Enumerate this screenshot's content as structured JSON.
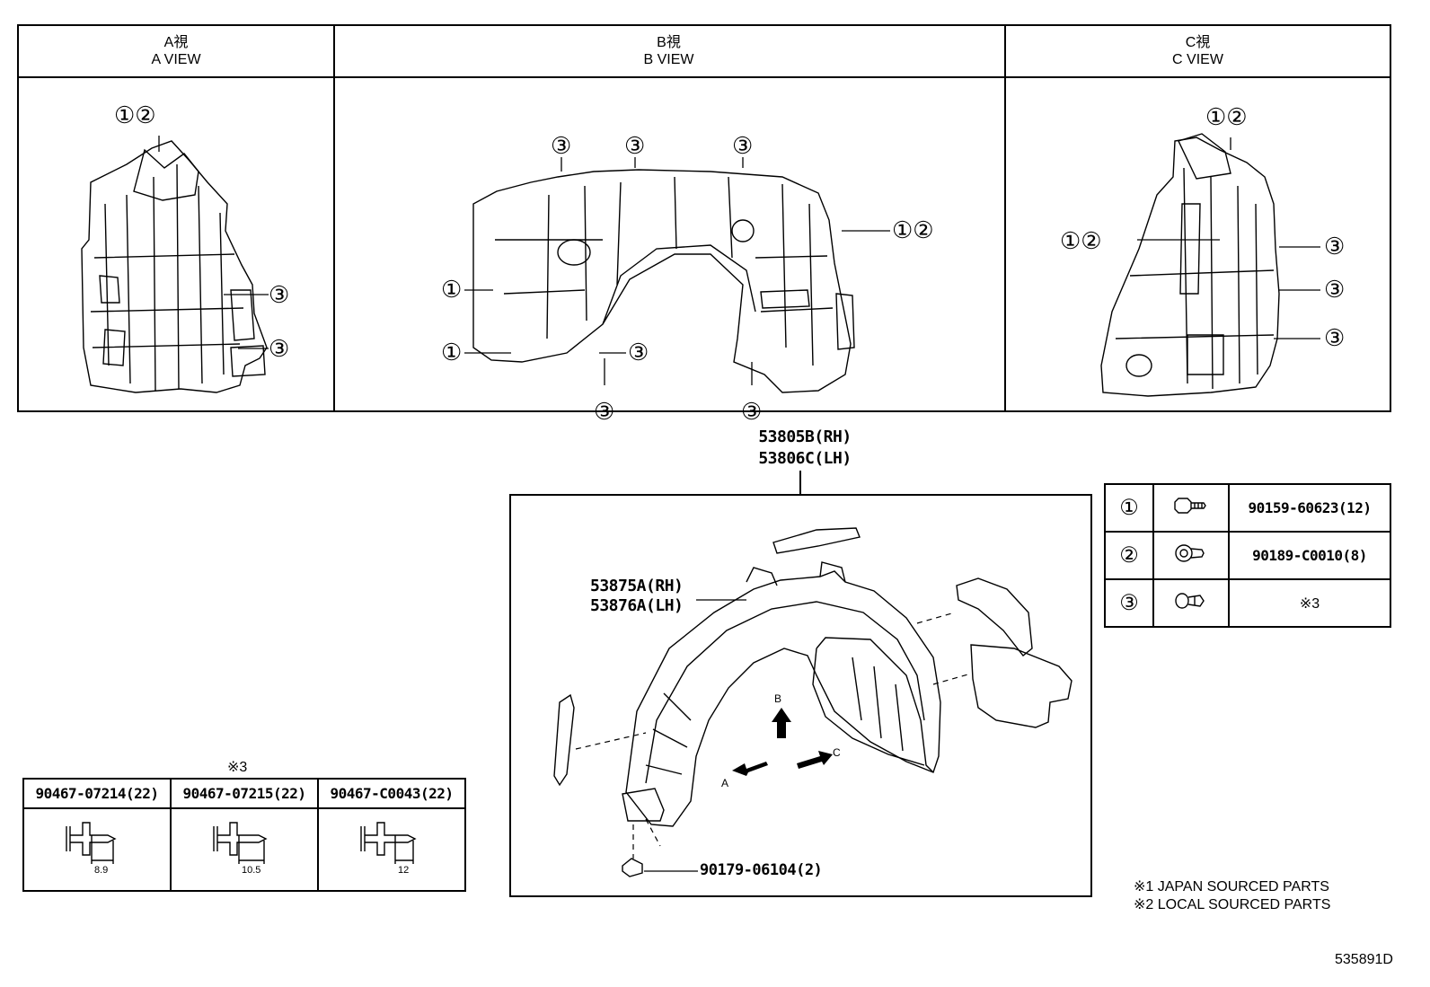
{
  "views": [
    {
      "title_jp": "A視",
      "title_en": "A VIEW"
    },
    {
      "title_jp": "B視",
      "title_en": "B VIEW"
    },
    {
      "title_jp": "C視",
      "title_en": "C VIEW"
    }
  ],
  "callouts": {
    "one": "①",
    "two": "②",
    "three": "③",
    "one_two": "①②"
  },
  "assembly": {
    "main_rh": "53805B(RH)",
    "main_lh": "53806C(LH)",
    "liner_rh": "53875A(RH)",
    "liner_lh": "53876A(LH)",
    "nut": "90179-06104(2)",
    "arrow_a": "A",
    "arrow_b": "B",
    "arrow_c": "C"
  },
  "parts_table": [
    {
      "no": "①",
      "part": "90159-60623(12)"
    },
    {
      "no": "②",
      "part": "90189-C0010(8)"
    },
    {
      "no": "③",
      "part": "※3"
    }
  ],
  "clip_table": {
    "title": "※3",
    "items": [
      {
        "part": "90467-07214(22)",
        "dim": "8.9"
      },
      {
        "part": "90467-07215(22)",
        "dim": "10.5"
      },
      {
        "part": "90467-C0043(22)",
        "dim": "12"
      }
    ]
  },
  "notes": [
    "※1 JAPAN SOURCED PARTS",
    "※2 LOCAL SOURCED PARTS"
  ],
  "diagram_id": "535891D"
}
